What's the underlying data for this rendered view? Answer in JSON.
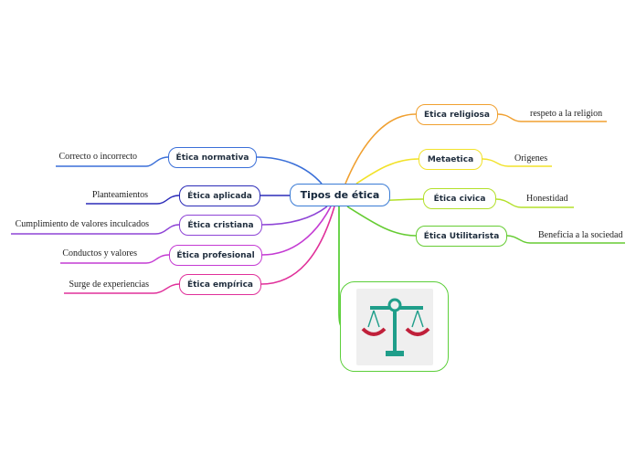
{
  "root": {
    "label": "Tipos de ética",
    "color": "#3a7bd5"
  },
  "branches_left": [
    {
      "id": "normativa",
      "label": "Ética normativa",
      "detail": "Correcto o incorrecto",
      "color": "#3a6fd8"
    },
    {
      "id": "aplicada",
      "label": "Ética aplicada",
      "detail": "Planteamientos",
      "color": "#2b2bb8"
    },
    {
      "id": "cristiana",
      "label": "Ética cristiana",
      "detail": "Cumplimiento de valores inculcados",
      "color": "#8e44d6"
    },
    {
      "id": "profesional",
      "label": "Ética profesional",
      "detail": "Conductos y valores",
      "color": "#c43bd3"
    },
    {
      "id": "empirica",
      "label": "Ética empírica",
      "detail": "Surge de experiencias",
      "color": "#e0309a"
    }
  ],
  "branches_right": [
    {
      "id": "religiosa",
      "label": "Etica religiosa",
      "detail": "respeto a la religion",
      "color": "#f0a030"
    },
    {
      "id": "metaetica",
      "label": "Metaetica",
      "detail": "Origenes",
      "color": "#f2e22a"
    },
    {
      "id": "civica",
      "label": "Ética civica",
      "detail": "Honestidad",
      "color": "#b3e02a"
    },
    {
      "id": "utilitarista",
      "label": "Ética Utilitarista",
      "detail": "Beneficia a la sociedad",
      "color": "#66cc33"
    }
  ],
  "image_node": {
    "icon": "balance-scale-icon",
    "color": "#5ccf3a",
    "scale_color": "#1f9e8a",
    "pan_color": "#c0203a"
  }
}
